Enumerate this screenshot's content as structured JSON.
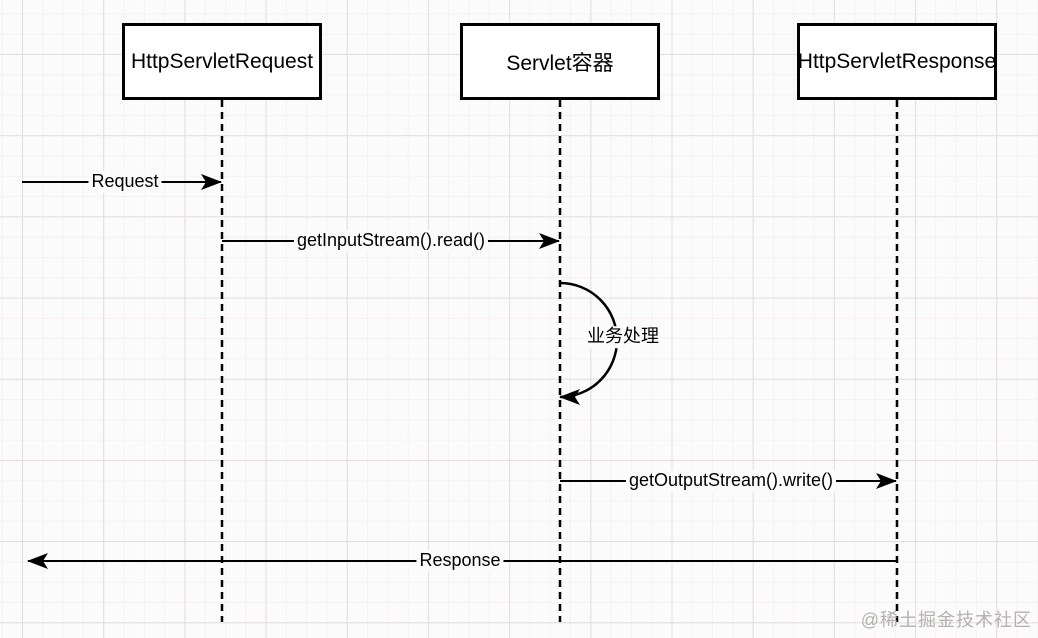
{
  "diagram": {
    "type": "sequence-diagram",
    "participants": [
      {
        "id": "http-servlet-request",
        "label": "HttpServletRequest"
      },
      {
        "id": "servlet-container",
        "label": "Servlet容器"
      },
      {
        "id": "http-servlet-response",
        "label": "HttpServletResponse"
      }
    ],
    "messages": [
      {
        "label": "Request",
        "from": "left-edge",
        "to": "http-servlet-request",
        "direction": "right"
      },
      {
        "label": "getInputStream().read()",
        "from": "http-servlet-request",
        "to": "servlet-container",
        "direction": "right"
      },
      {
        "label": "业务处理",
        "from": "servlet-container",
        "to": "servlet-container",
        "direction": "self-loop"
      },
      {
        "label": "getOutputStream().write()",
        "from": "servlet-container",
        "to": "http-servlet-response",
        "direction": "right"
      },
      {
        "label": "Response",
        "from": "http-servlet-response",
        "to": "left-edge",
        "direction": "left"
      }
    ],
    "colors": {
      "line": "#000000",
      "box_background": "#ffffff",
      "page_background": "#fcfbfb",
      "grid_minor": "#f4f1f1",
      "grid_major": "#e0dddd"
    }
  },
  "watermark": {
    "text": "@稀土掘金技术社区",
    "color": "#b3b0b0"
  }
}
